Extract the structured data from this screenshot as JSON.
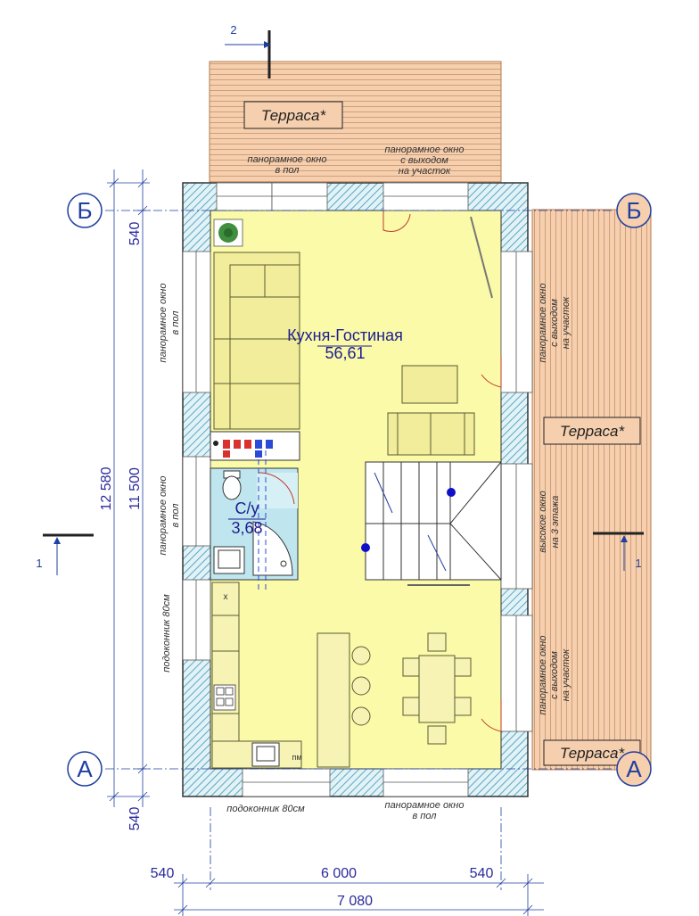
{
  "plan": {
    "section_mark_top": "2",
    "section_mark_side": "1",
    "axes": {
      "top": "Б",
      "bottom": "А"
    },
    "rooms": {
      "living": {
        "name": "Кухня-Гостиная",
        "area": "56,61"
      },
      "bath": {
        "name": "С/у",
        "area": "3,68"
      }
    },
    "terraces": [
      "Терраса*",
      "Терраса*",
      "Терраса*"
    ],
    "window_notes": {
      "top_left": [
        "панорамное окно",
        "в пол"
      ],
      "top_right": [
        "панорамное окно",
        "с выходом",
        "на участок"
      ],
      "left_upper": [
        "панорамное окно",
        "в пол"
      ],
      "left_middle": [
        "панорамное окно",
        "в пол"
      ],
      "left_lower": "подоконник 80см",
      "right_upper": [
        "панорамное окно",
        "с выходом",
        "на участок"
      ],
      "right_middle": [
        "высокое окно",
        "на 3 этажа"
      ],
      "right_lower": [
        "панорамное окно",
        "с выходом",
        "на участок"
      ],
      "bottom_left": "подоконник 80см",
      "bottom_right": [
        "панорамное окно",
        "в пол"
      ]
    },
    "kitchen_labels": {
      "x_mark": "x",
      "pm": "пм"
    },
    "dims": {
      "vertical_total": "12 580",
      "vertical_inner": "11 500",
      "vertical_top": "540",
      "vertical_bottom": "540",
      "h_left": "540",
      "h_mid": "6 000",
      "h_right": "540",
      "h_total": "7 080"
    },
    "colors": {
      "floor": "#fafaa8",
      "wall_hatch": "#8fc7d6",
      "terrace": "#f4c9a4",
      "bath": "#bfe6ef",
      "text_blue": "#1e1e8f"
    }
  }
}
